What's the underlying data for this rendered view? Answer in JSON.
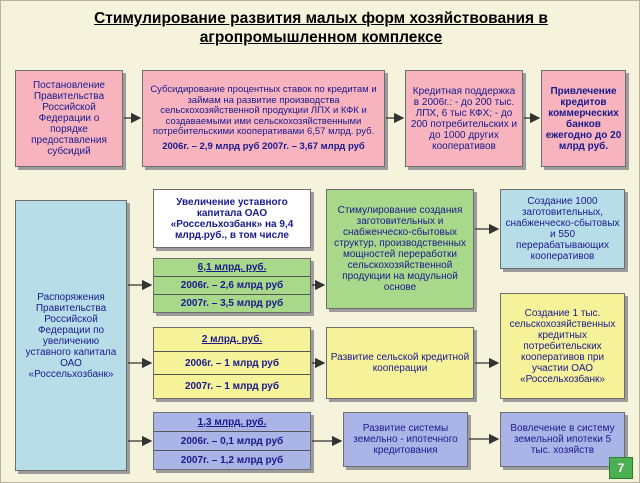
{
  "title": "Стимулирование развития малых форм хозяйствования в агропромышленном комплексе",
  "top_row": [
    {
      "text": "Постановление Правительства Российской Федерации о порядке предоставления субсидий"
    },
    {
      "text": "Субсидирование процентных ставок по кредитам и займам на развитие производства сельскохозяйственной продукции ЛПХ и КФК и создаваемыми ими сельскохозяйственными потребительскими кооперативами 6,57 млрд. руб.",
      "sub": "2006г. – 2,9 млрд руб   2007г. – 3,67 млрд руб"
    },
    {
      "text": "Кредитная поддержка в 2006г.: - до 200 тыс. ЛПХ, 6 тыс КФХ; - до 200 потребительских и до 1000 других кооперативов"
    },
    {
      "text": "Привлечение кредитов коммерческих банков ежегодно до 20 млрд руб."
    }
  ],
  "left_box": "Распоряжения Правительства Российской Федерации по увеличению уставного капитала ОАО «Россельхозбанк»",
  "capital_box": "Увеличение уставного капитала ОАО «Россельхозбанк» на 9,4 млрд.руб., в том числе",
  "rows": [
    {
      "amount": "6,1 млрд. руб.",
      "y2006": "2006г. – 2,6 млрд руб",
      "y2007": "2007г. – 3,5 млрд руб",
      "middle": "Стимулирование создания заготовительных и снабженческо-сбытовых структур, производственных мощностей переработки сельскохозяйственной продукции на модульной основе",
      "right": "Создание 1000 заготовительных, снабженческо-сбытовых и 550 перерабатывающих кооперативов"
    },
    {
      "amount": "2 млрд. руб.",
      "y2006": "2006г. – 1 млрд руб",
      "y2007": "2007г. – 1 млрд руб",
      "middle": "Развитие сельской кредитной кооперации",
      "right": "Создание 1 тыс. сельскохозяйственных кредитных потребительских кооперативов при участии ОАО «Россельхозбанк»"
    },
    {
      "amount": "1,3 млрд. руб.",
      "y2006": "2006г. – 0,1 млрд руб",
      "y2007": "2007г. – 1,2 млрд руб",
      "middle": "Развитие системы земельно - ипотечного кредитования",
      "right": "Вовлечение в систему земельной ипотеки 5 тыс. хозяйств"
    }
  ],
  "page_number": "7",
  "colors": {
    "pink": "#f7b3be",
    "green": "#a8d88a",
    "light_blue": "#b7dde8",
    "yellow": "#f5f29a",
    "blue": "#aab4e6",
    "text": "#1a1a8c"
  }
}
